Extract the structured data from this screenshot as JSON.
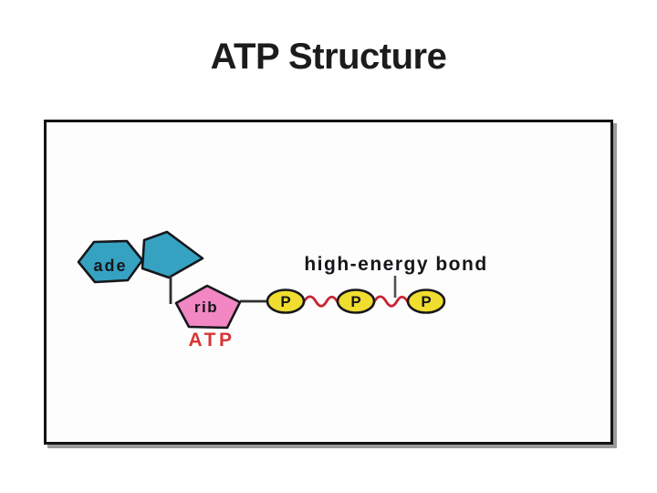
{
  "slide": {
    "title": "ATP Structure"
  },
  "diagram": {
    "adenine_label": "ade",
    "ribose_label": "rib",
    "molecule_label": "ATP",
    "phosphate_labels": [
      "P",
      "P",
      "P"
    ],
    "annotation": "high-energy bond",
    "colors": {
      "adenine_fill": "#35a2c2",
      "ribose_fill": "#f287c3",
      "phosphate_fill": "#f0dd30",
      "bond_wave": "#c92433",
      "atp_label": "#d93535",
      "outline": "#17171c"
    }
  }
}
